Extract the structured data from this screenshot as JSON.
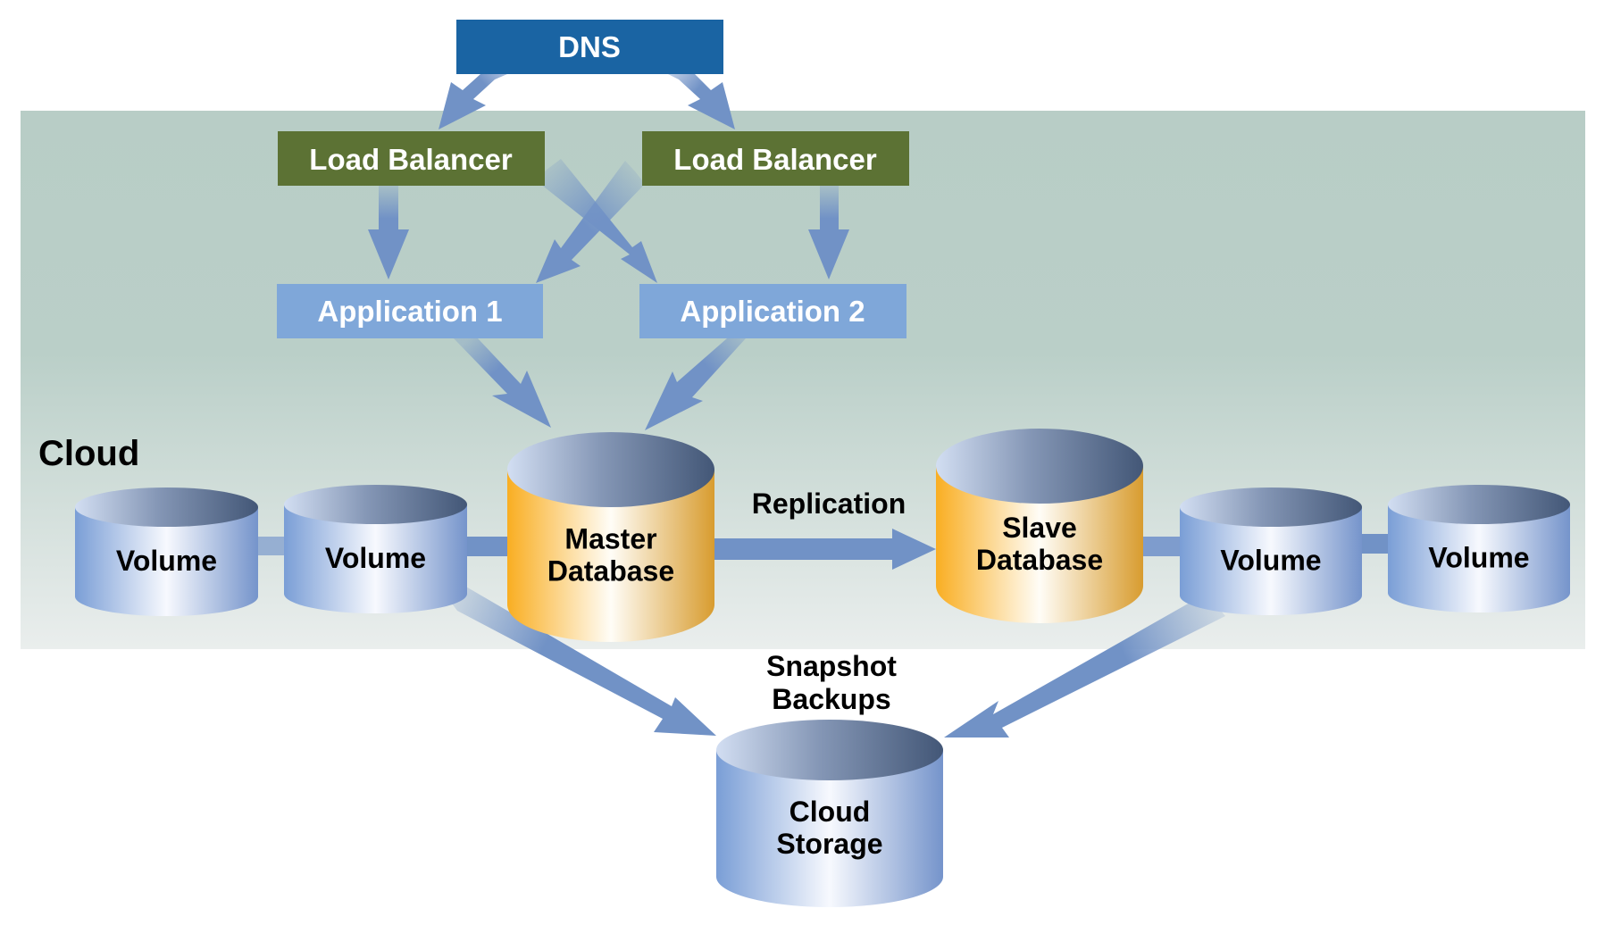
{
  "diagram": {
    "title": "Cloud database replication architecture",
    "region_label": "Cloud",
    "colors": {
      "dns": "#1a64a3",
      "load_balancer": "#5c7234",
      "application": "#7fa7d9",
      "arrow": "#7192c6",
      "cloud_panel_top": "#b8cdc6",
      "cloud_panel_bottom": "#eaeeed",
      "database_body": "#f9b22b",
      "volume_body": "#7c9ed6"
    },
    "nodes": {
      "dns": {
        "label": "DNS"
      },
      "load_balancer_1": {
        "label": "Load Balancer"
      },
      "load_balancer_2": {
        "label": "Load Balancer"
      },
      "application_1": {
        "label": "Application 1"
      },
      "application_2": {
        "label": "Application 2"
      },
      "master_db": {
        "line1": "Master",
        "line2": "Database"
      },
      "slave_db": {
        "line1": "Slave",
        "line2": "Database"
      },
      "volume_1": {
        "label": "Volume"
      },
      "volume_2": {
        "label": "Volume"
      },
      "volume_3": {
        "label": "Volume"
      },
      "volume_4": {
        "label": "Volume"
      },
      "cloud_storage": {
        "line1": "Cloud",
        "line2": "Storage"
      }
    },
    "edge_labels": {
      "replication": "Replication",
      "snapshot_line1": "Snapshot",
      "snapshot_line2": "Backups"
    },
    "edges": [
      {
        "from": "dns",
        "to": "load_balancer_1"
      },
      {
        "from": "dns",
        "to": "load_balancer_2"
      },
      {
        "from": "load_balancer_1",
        "to": "application_1"
      },
      {
        "from": "load_balancer_1",
        "to": "application_2"
      },
      {
        "from": "load_balancer_2",
        "to": "application_1"
      },
      {
        "from": "load_balancer_2",
        "to": "application_2"
      },
      {
        "from": "application_1",
        "to": "master_db"
      },
      {
        "from": "application_2",
        "to": "master_db"
      },
      {
        "from": "master_db",
        "to": "slave_db",
        "label": "Replication"
      },
      {
        "from": "volume_2",
        "to": "cloud_storage",
        "label": "Snapshot Backups"
      },
      {
        "from": "volume_3",
        "to": "cloud_storage",
        "label": "Snapshot Backups"
      }
    ]
  }
}
